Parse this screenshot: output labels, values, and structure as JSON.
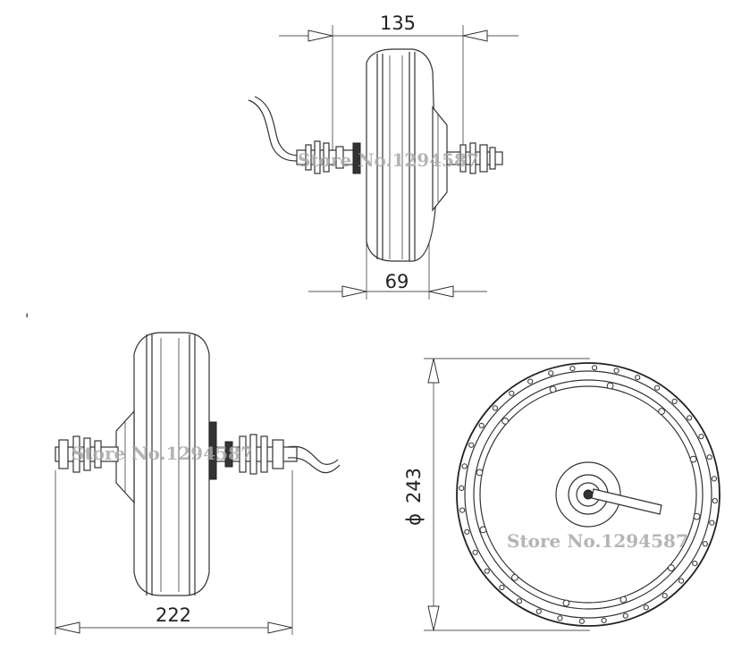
{
  "dimensions": {
    "top_width": "135",
    "top_offset": "69",
    "side_width": "222",
    "diameter_symbol": "ϕ",
    "diameter_value": "243"
  },
  "watermarks": {
    "top_view": "Store No.1294587",
    "side_view": "Store No.1294587",
    "front_view": "Store No.1294587"
  },
  "mark": "'"
}
